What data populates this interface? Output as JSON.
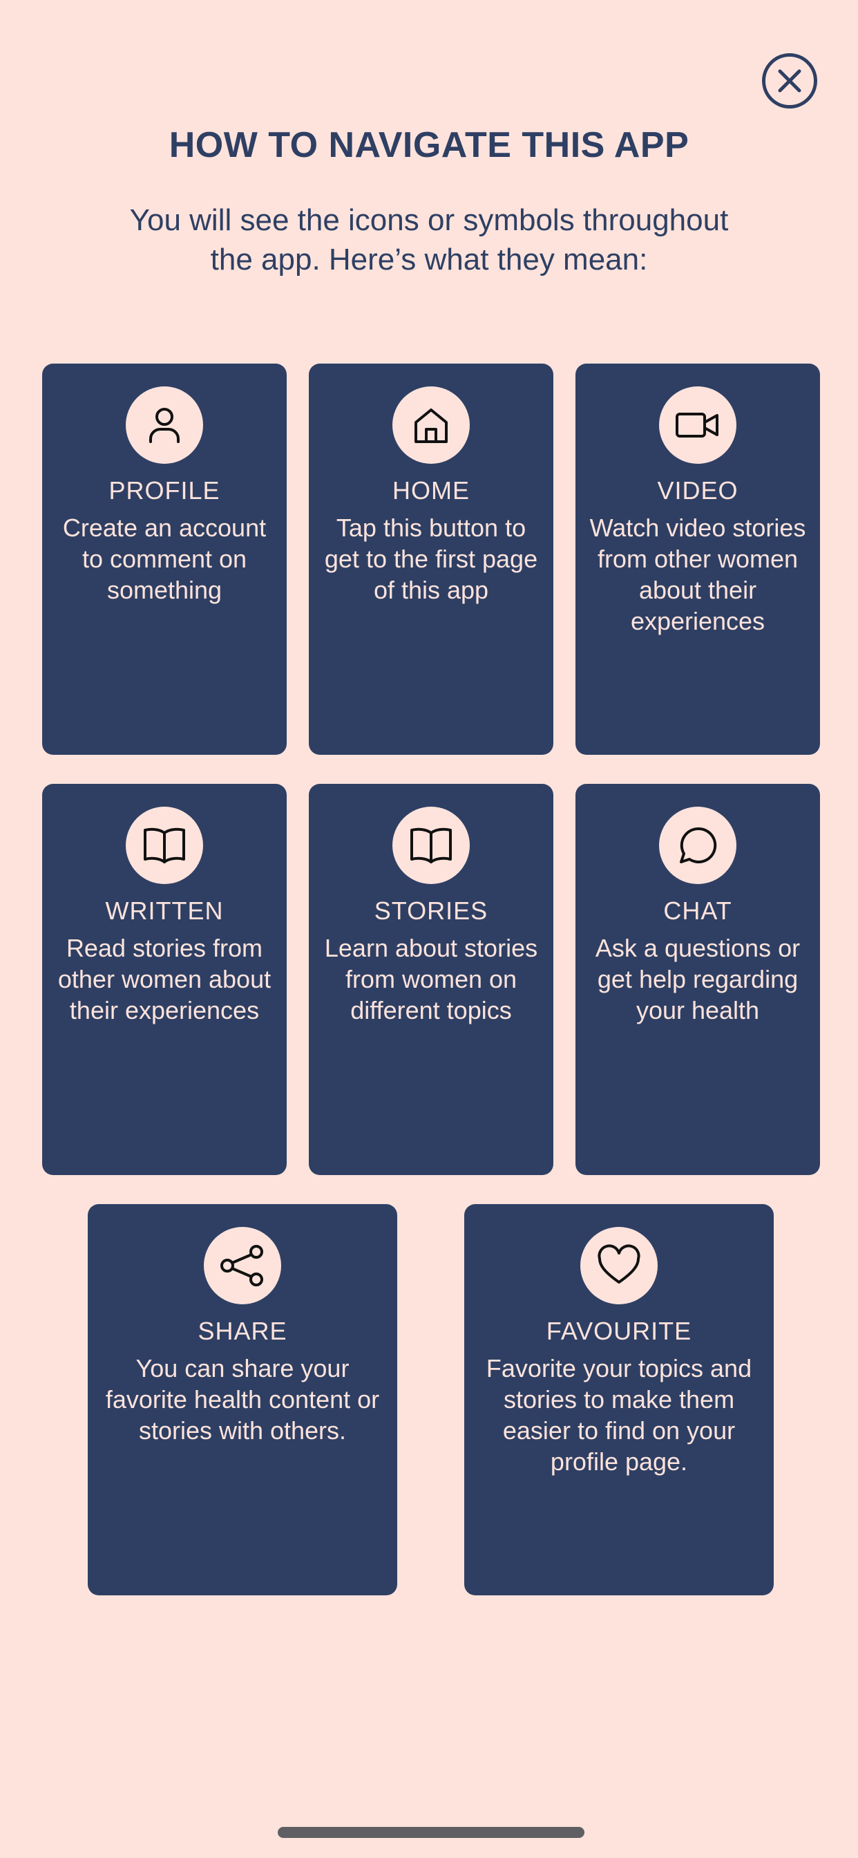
{
  "title": "HOW TO NAVIGATE THIS APP",
  "subtitle": "You will see the icons or symbols throughout the app. Here’s what they mean:",
  "colors": {
    "background": "#fde3dc",
    "card": "#2e3f63",
    "text_dark": "#2e3f63",
    "text_light": "#fde3dc"
  },
  "cards": [
    {
      "icon": "person-icon",
      "title": "PROFILE",
      "desc": "Create an account to comment on something"
    },
    {
      "icon": "home-icon",
      "title": "HOME",
      "desc": "Tap this button to get to the first page of this app"
    },
    {
      "icon": "video-camera-icon",
      "title": "VIDEO",
      "desc": "Watch video stories from other women about their experiences"
    },
    {
      "icon": "open-book-icon",
      "title": "WRITTEN",
      "desc": "Read stories from other women about their experiences"
    },
    {
      "icon": "open-book-icon",
      "title": "STORIES",
      "desc": "Learn about stories from women on different topics"
    },
    {
      "icon": "chat-bubble-icon",
      "title": "CHAT",
      "desc": "Ask a questions or get help regarding your health"
    },
    {
      "icon": "share-icon",
      "title": "SHARE",
      "desc": "You can share your favorite health content or stories with others."
    },
    {
      "icon": "heart-icon",
      "title": "FAVOURITE",
      "desc": "Favorite your topics and stories to make them easier to find on your profile page."
    }
  ]
}
